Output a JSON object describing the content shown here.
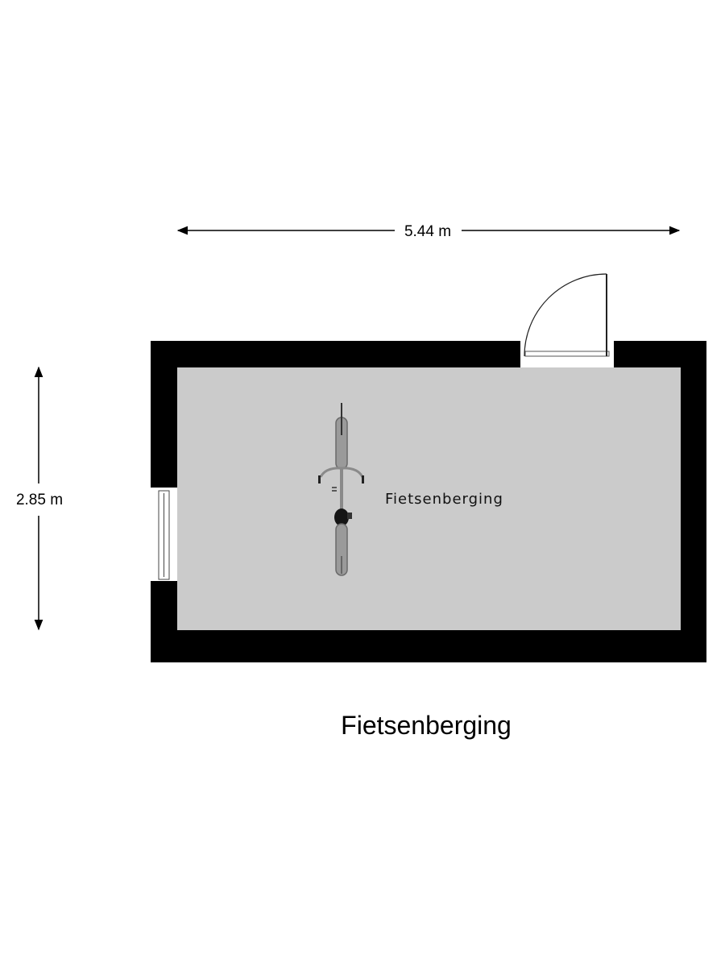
{
  "dimensions": {
    "width_label": "5.44 m",
    "height_label": "2.85 m"
  },
  "room": {
    "label": "Fietsenberging"
  },
  "plan_title": "Fietsenberging",
  "colors": {
    "wall": "#000000",
    "floor": "#cbcbcb",
    "opening": "#ffffff"
  },
  "icons": [
    "bicycle-icon",
    "door-swing-icon",
    "window-icon"
  ]
}
